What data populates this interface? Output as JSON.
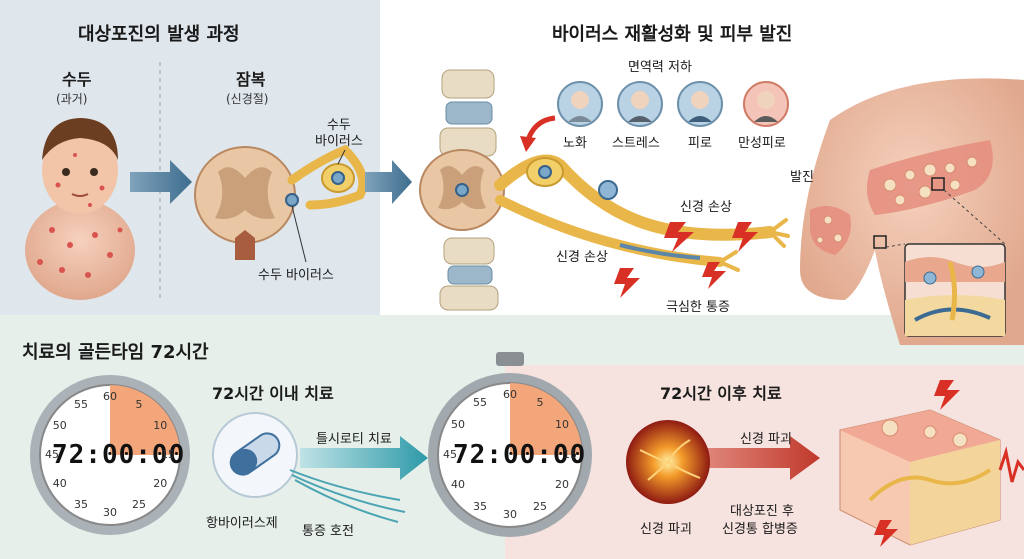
{
  "top_left": {
    "title": "대상포진의 발생 과정",
    "stage1": {
      "title": "수두",
      "sub": "(과거)"
    },
    "stage2": {
      "title": "잠복",
      "sub": "(신경절)"
    },
    "virus_label_1": "수두\n바이러스",
    "virus_label_2": "수두 바이러스"
  },
  "top_right": {
    "title": "바이러스 재활성화 및 피부 발진",
    "immunity_title": "면역력 저하",
    "causes": [
      "노화",
      "스트레스",
      "피로",
      "만성피로"
    ],
    "nerve_damage_1": "신경 손상",
    "nerve_damage_2": "신경 손상",
    "severe_pain": "극심한 통증",
    "rash": "발진"
  },
  "bottom": {
    "title": "치료의 골든타임 72시간",
    "within_title": "72시간 이내 치료",
    "after_title": "72시간 이후 치료",
    "clock1": {
      "digits": "72:00:00",
      "ticks": [
        "60",
        "5",
        "10",
        "15",
        "20",
        "25",
        "30",
        "35",
        "40",
        "45",
        "50",
        "55"
      ]
    },
    "clock2": {
      "digits": "72:00:00",
      "ticks": [
        "60",
        "5",
        "10",
        "15",
        "20",
        "25",
        "30",
        "35",
        "40",
        "45",
        "50",
        "55"
      ]
    },
    "antiviral": "항바이러스제",
    "famciclovir": "틀시로티 치료",
    "pain_relief": "통증 호전",
    "nerve_destruction_1": "신경 파괴",
    "nerve_destruction_2": "신경 파괴",
    "complication_line1": "대상포진 후",
    "complication_line2": "신경통 합병증"
  },
  "colors": {
    "panel_blue": "#dfe7ec",
    "panel_green": "#e6efe9",
    "panel_pink": "#f6e2df",
    "arrow_blue": "#4f7c9a",
    "arrow_red": "#c0392b",
    "clock_orange": "#f2a679"
  }
}
